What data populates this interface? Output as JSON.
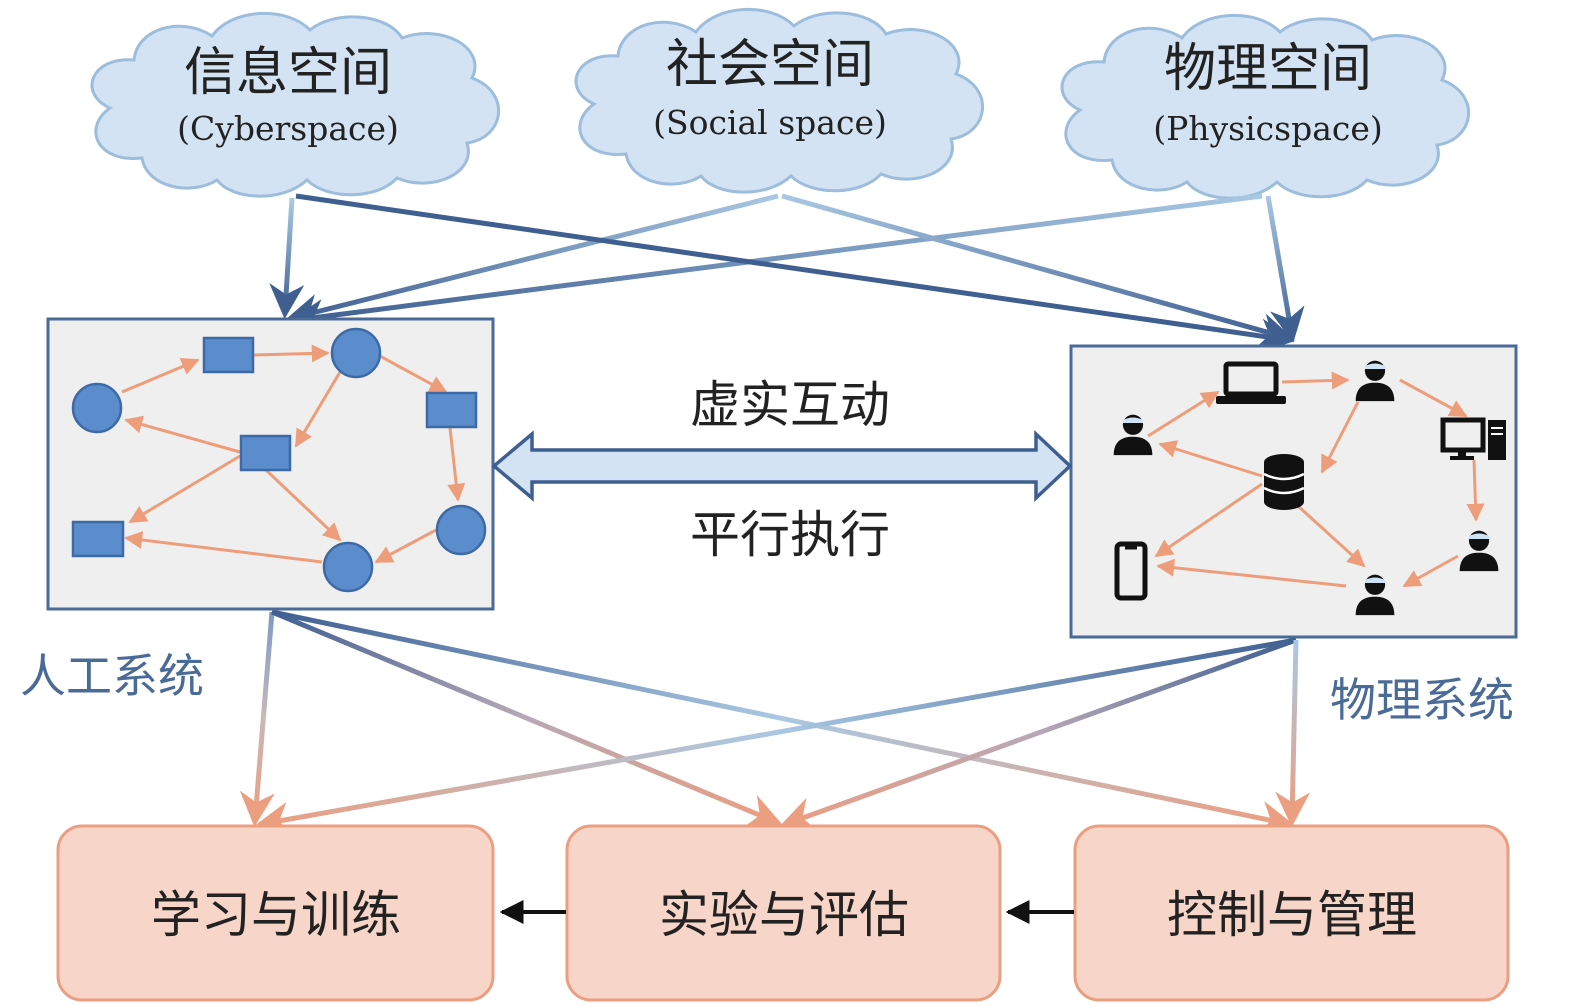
{
  "clouds": [
    {
      "title": "信息空间",
      "subtitle": "(Cyberspace)"
    },
    {
      "title": "社会空间",
      "subtitle": "(Social space)"
    },
    {
      "title": "物理空间",
      "subtitle": "(Physicspace)"
    }
  ],
  "interaction": {
    "top": "虚实互动",
    "bottom": "平行执行"
  },
  "systems": {
    "artificial": "人工系统",
    "physical": "物理系统"
  },
  "boxes": [
    "学习与训练",
    "实验与评估",
    "控制与管理"
  ],
  "colors": {
    "cloud_fill": "#d3e3f3",
    "cloud_stroke": "#9cbddc",
    "panel_fill": "#efefef",
    "panel_stroke": "#4a6a98",
    "node_fill": "#5b8ccb",
    "node_stroke": "#3d6aa6",
    "edge": "#ee9d7a",
    "box_fill": "#f7d5c8",
    "box_stroke": "#ec9e80",
    "arrow_dark": "#3f5f91",
    "arrow_light": "#a9c8e3"
  },
  "icons": {
    "physical_nodes": [
      "laptop-icon",
      "user-icon",
      "desktop-computer-icon",
      "database-icon",
      "smartphone-icon"
    ]
  }
}
